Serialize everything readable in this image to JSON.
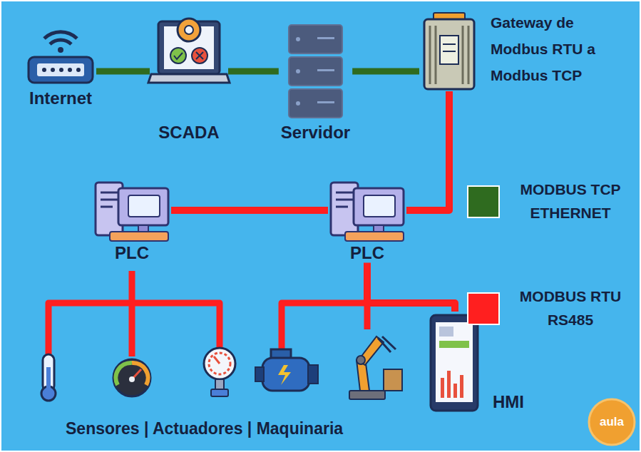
{
  "diagram": {
    "nodes": [
      {
        "text": [
          "Internet"
        ]
      },
      {
        "text": [
          "SCADA"
        ]
      },
      {
        "text": [
          "Servidor"
        ]
      },
      {
        "text": [
          "Gateway de Modbus RTU a Modbus TCP"
        ]
      },
      {
        "text": [
          "PLC"
        ]
      },
      {
        "text": [
          "PLC"
        ]
      },
      {
        "text": [
          "HMI"
        ]
      }
    ],
    "edges": [
      {
        "from": 0,
        "to": 1,
        "arrow": "none"
      },
      {
        "from": 1,
        "to": 2,
        "arrow": "none"
      },
      {
        "from": 2,
        "to": 3,
        "arrow": "none"
      },
      {
        "from": 3,
        "to": 5,
        "arrow": "none"
      },
      {
        "from": 4,
        "to": 5,
        "arrow": "none"
      },
      {
        "from": 5,
        "to": 6,
        "arrow": "none"
      }
    ],
    "labels": [
      "Sensores | Actuadores | Maquinaria",
      "aula"
    ],
    "legend": [
      {
        "text": "MODBUS TCP ETHERNET",
        "color": "#2f6b1f"
      },
      {
        "text": "MODBUS RTU RS485",
        "color": "#ff1f1f"
      }
    ]
  }
}
